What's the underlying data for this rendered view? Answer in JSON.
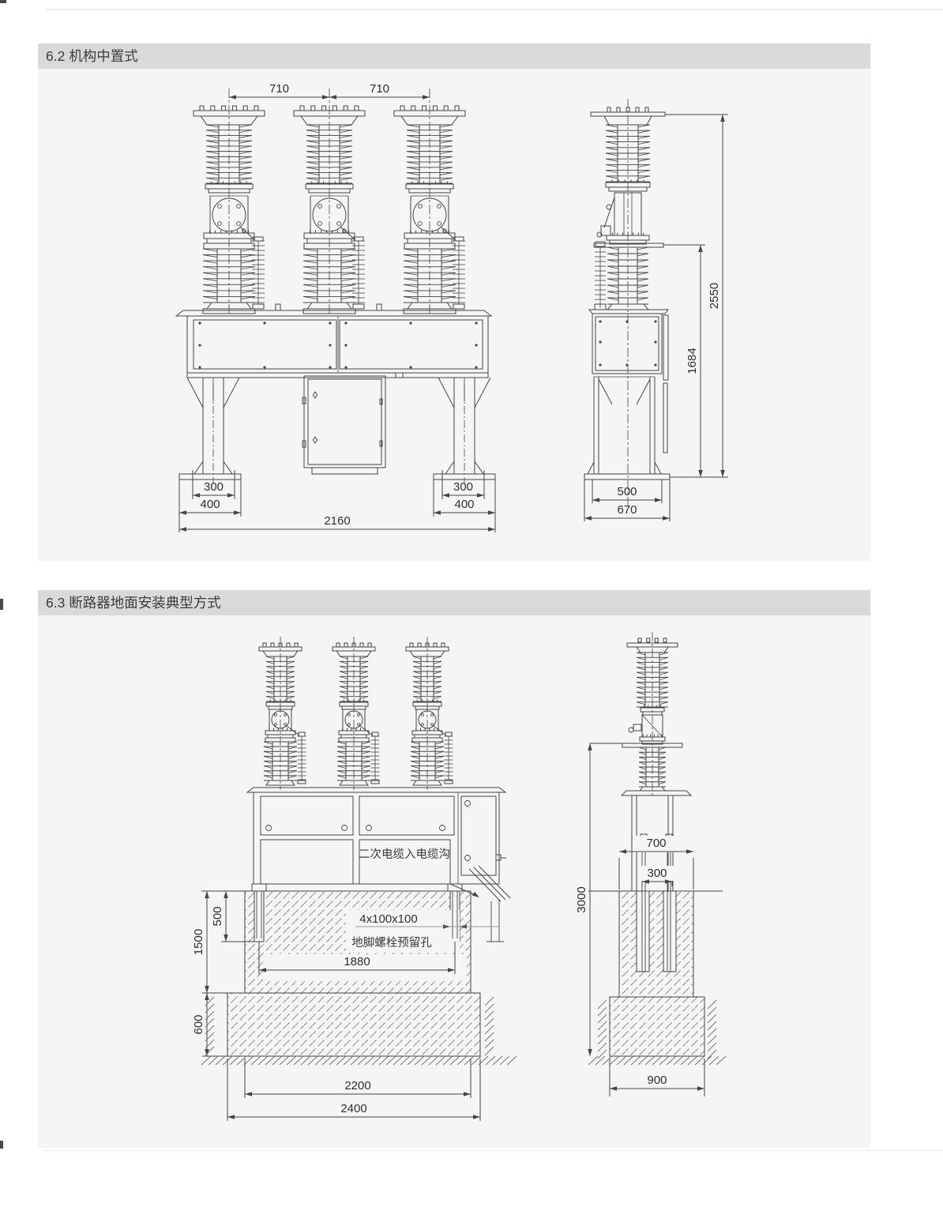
{
  "sections": [
    {
      "title": "6.2 机构中置式"
    },
    {
      "title": "6.3 断路器地面安装典型方式"
    }
  ],
  "drawing62": {
    "front": {
      "dim_pole_spacing_left": "710",
      "dim_pole_spacing_right": "710",
      "dim_leg_bolt_left": "300",
      "dim_base_plate_left": "400",
      "dim_leg_bolt_right": "300",
      "dim_base_plate_right": "400",
      "dim_overall_width": "2160"
    },
    "side": {
      "dim_overall_height": "2550",
      "dim_frame_height": "1684",
      "dim_base_inner_width": "500",
      "dim_overall_depth": "670"
    }
  },
  "drawing63": {
    "front": {
      "label_cable_trench": "二次电缆入电缆沟",
      "label_anchor_holes_line1": "4x100x100",
      "label_anchor_holes_line2": "地脚螺栓预留孔",
      "dim_pocket_depth": "500",
      "dim_foundation_depth": "1500",
      "dim_lower_depth": "600",
      "dim_anchor_spacing": "1880",
      "dim_upper_foundation_width": "2200",
      "dim_lower_foundation_width": "2400"
    },
    "side": {
      "dim_install_height": "3000",
      "dim_pedestal_width": "700",
      "dim_anchor_spacing": "300",
      "dim_foundation_width": "900"
    }
  }
}
